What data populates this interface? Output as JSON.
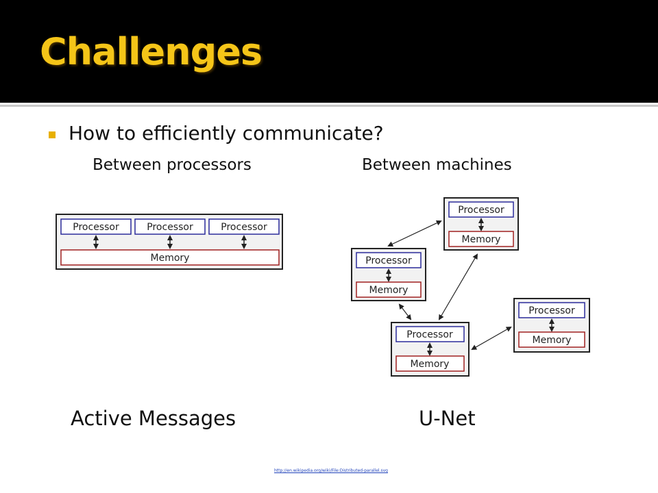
{
  "slide": {
    "title": "Challenges",
    "bullet": "How to efficiently communicate?",
    "sub_left": "Between processors",
    "sub_right": "Between machines",
    "label_left": "Active Messages",
    "label_right": "U-Net",
    "source_url": "http://en.wikipedia.org/wiki/File:Distributed-parallel.svg"
  },
  "diagram": {
    "processor_label": "Processor",
    "memory_label": "Memory"
  },
  "colors": {
    "title_bar": "#000000",
    "title_text": "#f5c518",
    "bullet_marker": "#e8b000",
    "processor_border": "#2a2a9a",
    "memory_border": "#a02020"
  }
}
